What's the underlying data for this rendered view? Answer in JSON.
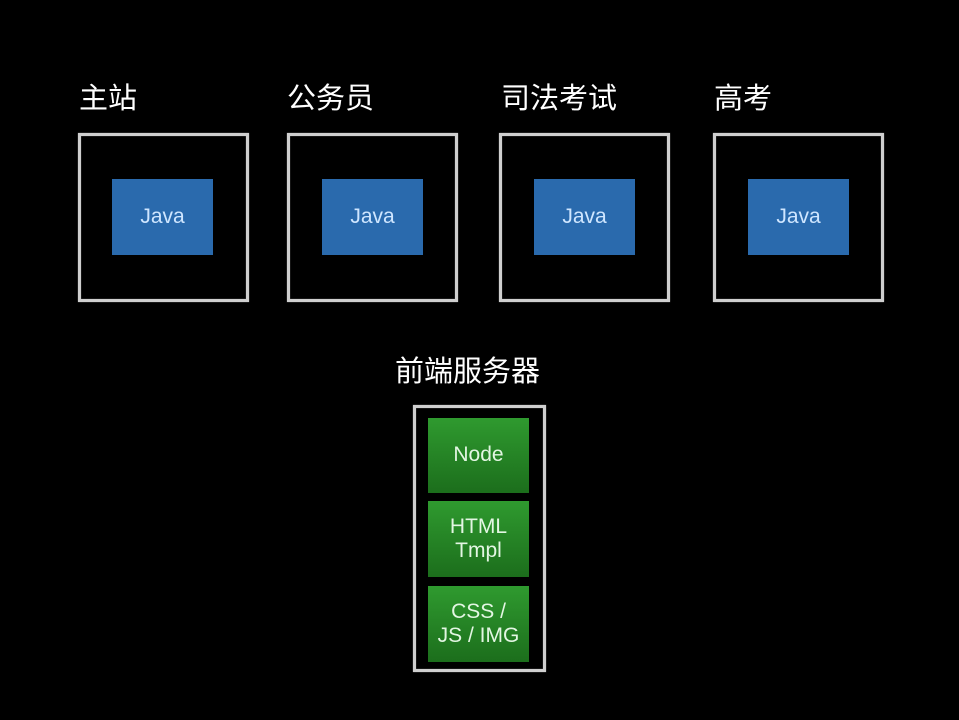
{
  "services": [
    {
      "title": "主站",
      "label": "Java"
    },
    {
      "title": "公务员",
      "label": "Java"
    },
    {
      "title": "司法考试",
      "label": "Java"
    },
    {
      "title": "高考",
      "label": "Java"
    }
  ],
  "frontend": {
    "title": "前端服务器",
    "layers": [
      "Node",
      "HTML\nTmpl",
      "CSS /\nJS / IMG"
    ]
  },
  "colors": {
    "java_block": "#2a6aad",
    "frontend_block": "#258525",
    "frame": "#cfcfcf",
    "background": "#000000"
  }
}
